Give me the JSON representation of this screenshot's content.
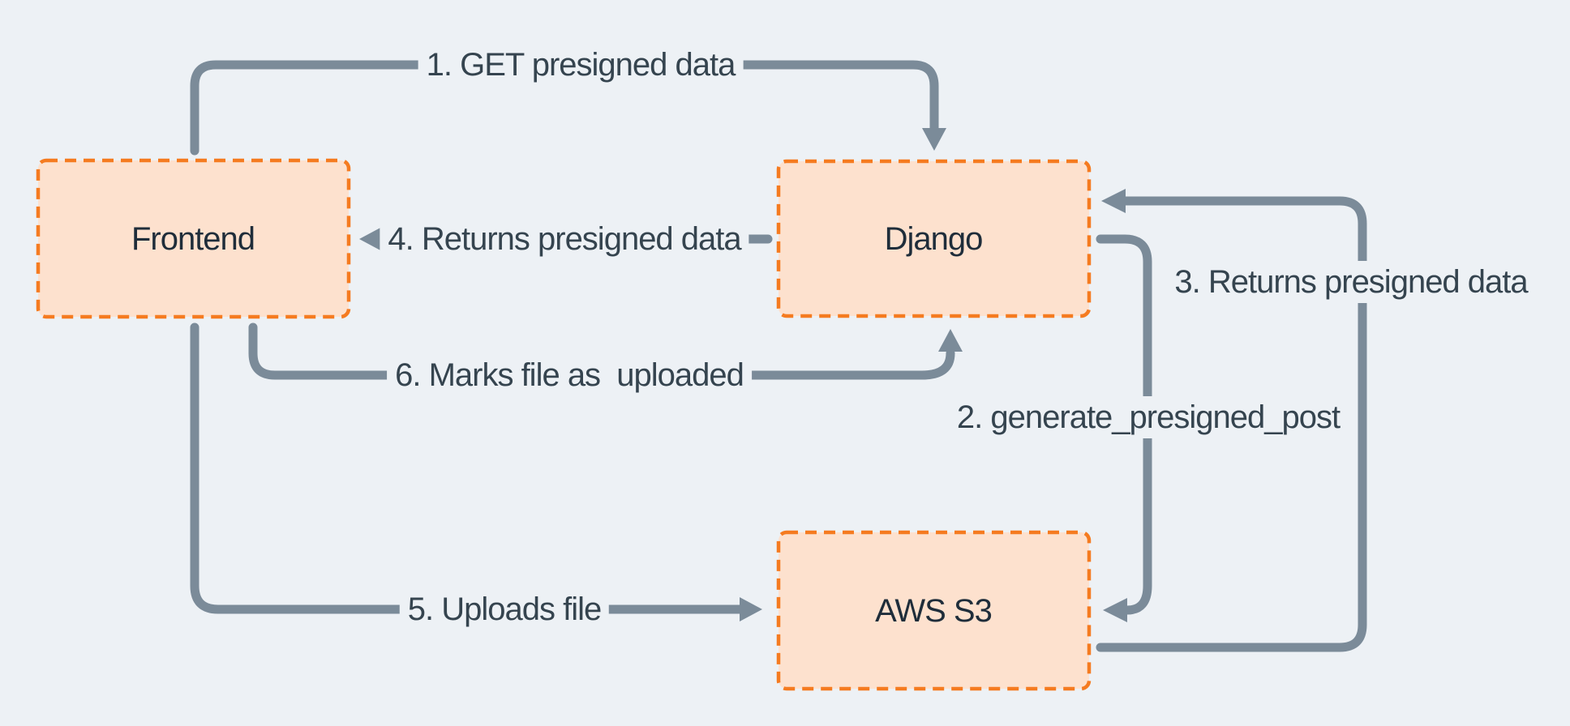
{
  "diagram": {
    "title_hint": "Presigned S3 upload flow",
    "colors": {
      "background": "#edf1f5",
      "box_fill": "#fde1ce",
      "box_border": "#f57b20",
      "arrow": "#7b8b99",
      "flow_label_text": "#35444f",
      "box_label_text": "#1f2d3a"
    },
    "boxes": [
      {
        "id": "frontend",
        "label": "Frontend"
      },
      {
        "id": "django",
        "label": "Django"
      },
      {
        "id": "aws-s3",
        "label": "AWS S3"
      }
    ],
    "flows": [
      {
        "step": 1,
        "label": "1. GET presigned data",
        "from": "frontend",
        "to": "django"
      },
      {
        "step": 2,
        "label": "2. generate_presigned_post",
        "from": "django",
        "to": "aws-s3"
      },
      {
        "step": 3,
        "label": "3. Returns presigned data",
        "from": "aws-s3",
        "to": "django"
      },
      {
        "step": 4,
        "label": "4. Returns presigned data",
        "from": "django",
        "to": "frontend"
      },
      {
        "step": 5,
        "label": "5. Uploads file",
        "from": "frontend",
        "to": "aws-s3"
      },
      {
        "step": 6,
        "label": "6. Marks file as  uploaded",
        "from": "frontend",
        "to": "django"
      }
    ]
  }
}
